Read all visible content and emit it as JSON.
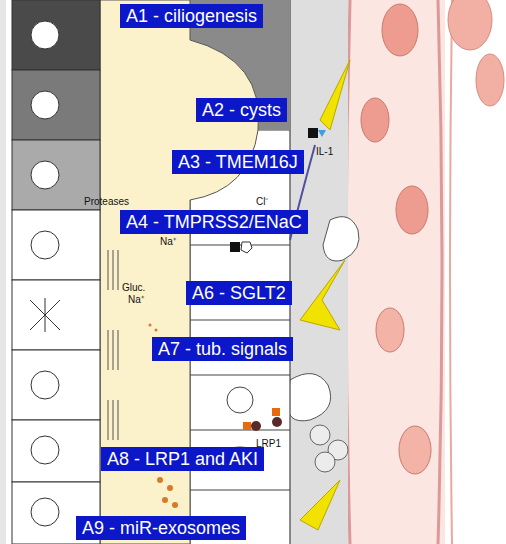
{
  "diagram": {
    "nodes": [
      {
        "text": [
          "A1 - ciliogenesis"
        ]
      },
      {
        "text": [
          "A2 - cysts"
        ]
      },
      {
        "text": [
          "A3 - TMEM16J"
        ]
      },
      {
        "text": [
          "A4 - TMPRSS2/ENaC"
        ]
      },
      {
        "text": [
          "A6 - SGLT2"
        ]
      },
      {
        "text": [
          "A7 - tub. signals"
        ]
      },
      {
        "text": [
          "A8 - LRP1 and AKI"
        ]
      },
      {
        "text": [
          "A9 - miR-exosomes"
        ]
      }
    ],
    "labels": [
      "IL-1",
      "Proteases",
      "Cl⁻",
      "Na⁺",
      "Gluc.",
      "Na⁺",
      "LRP1"
    ]
  }
}
